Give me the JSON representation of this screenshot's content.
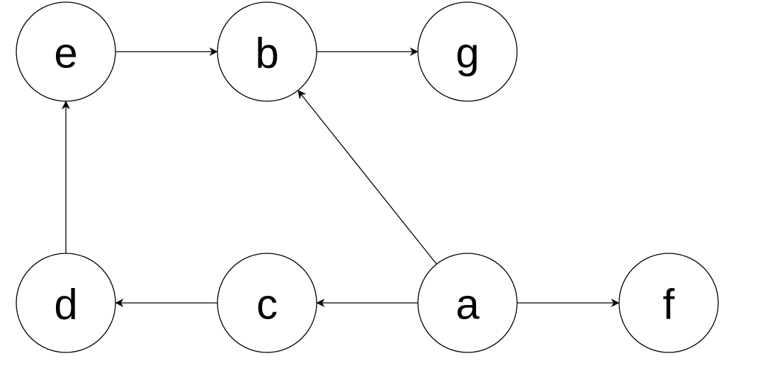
{
  "diagram": {
    "type": "directed-graph",
    "colors": {
      "stroke": "#000000",
      "node_fill": "#ffffff",
      "background": "#ffffff"
    },
    "nodes": [
      {
        "id": "e",
        "label": "e"
      },
      {
        "id": "b",
        "label": "b"
      },
      {
        "id": "g",
        "label": "g"
      },
      {
        "id": "d",
        "label": "d"
      },
      {
        "id": "c",
        "label": "c"
      },
      {
        "id": "a",
        "label": "a"
      },
      {
        "id": "f",
        "label": "f"
      }
    ],
    "edges": [
      {
        "from": "e",
        "to": "b"
      },
      {
        "from": "b",
        "to": "g"
      },
      {
        "from": "d",
        "to": "e"
      },
      {
        "from": "a",
        "to": "b"
      },
      {
        "from": "c",
        "to": "d"
      },
      {
        "from": "a",
        "to": "c"
      },
      {
        "from": "a",
        "to": "f"
      }
    ]
  }
}
